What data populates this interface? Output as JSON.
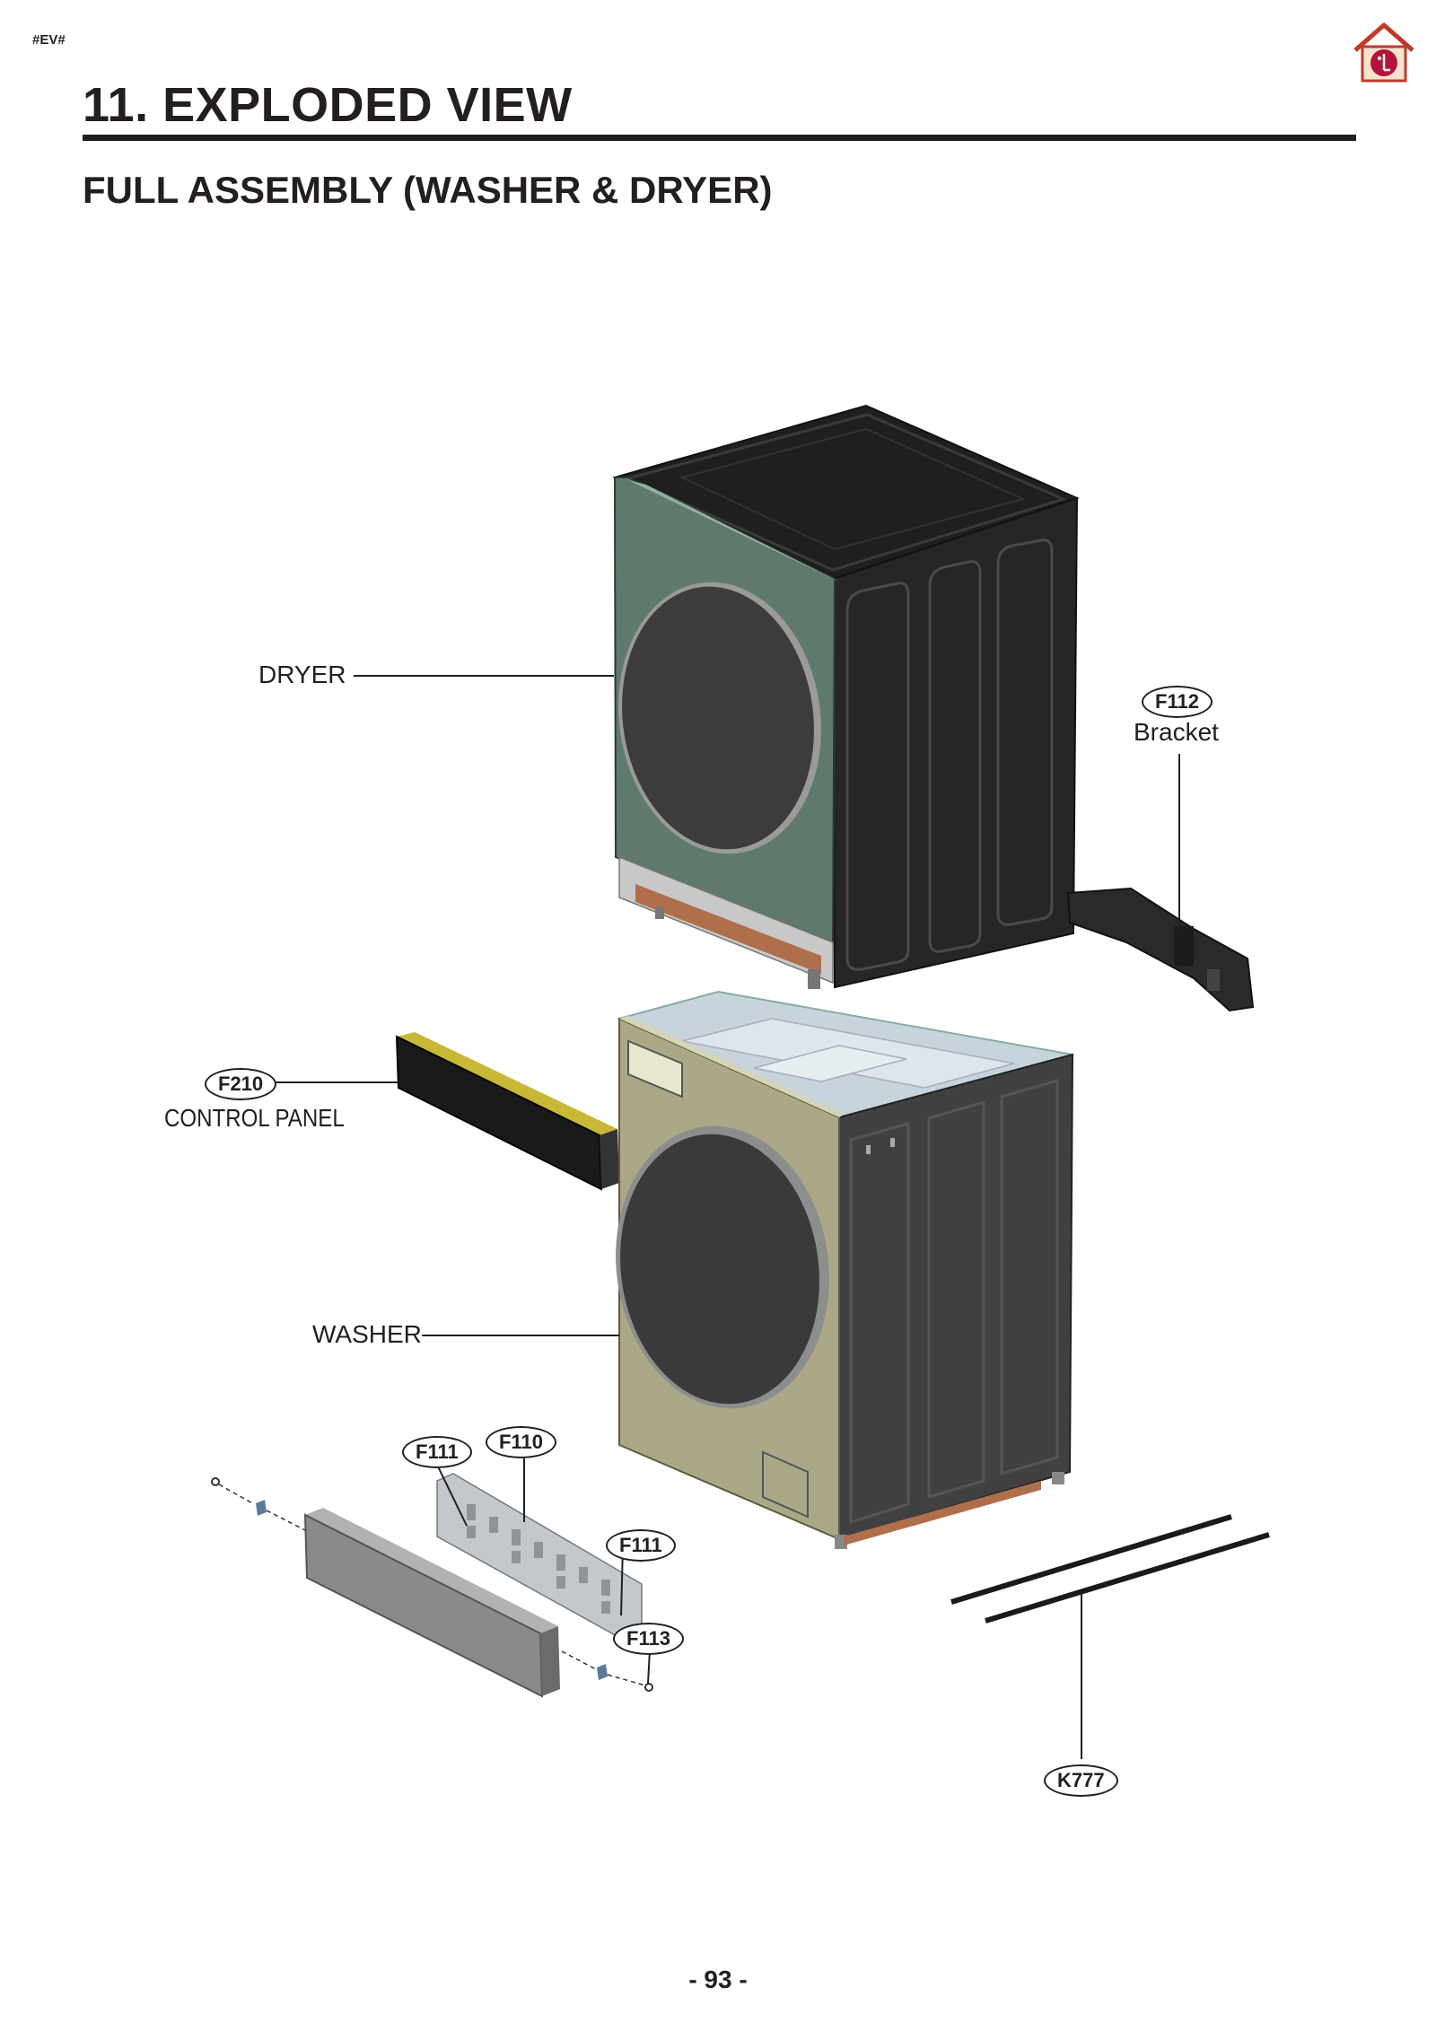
{
  "header": {
    "tag": "#EV#",
    "title": "11. EXPLODED VIEW",
    "subtitle": "FULL ASSEMBLY (WASHER & DRYER)"
  },
  "labels": {
    "dryer": "DRYER",
    "washer": "WASHER",
    "control_panel": "CONTROL PANEL",
    "bracket": "Bracket"
  },
  "part_codes": {
    "f112": "F112",
    "f210": "F210",
    "f111_left": "F111",
    "f110": "F110",
    "f111_right": "F111",
    "f113": "F113",
    "k777": "K777"
  },
  "colors": {
    "dryer_front": "#5f7a6c",
    "washer_front": "#aaa887",
    "cabinet_dark": "#262626",
    "washer_side": "#404040",
    "door": "#3c3c3c"
  },
  "footer": {
    "page_number": "- 93 -"
  }
}
